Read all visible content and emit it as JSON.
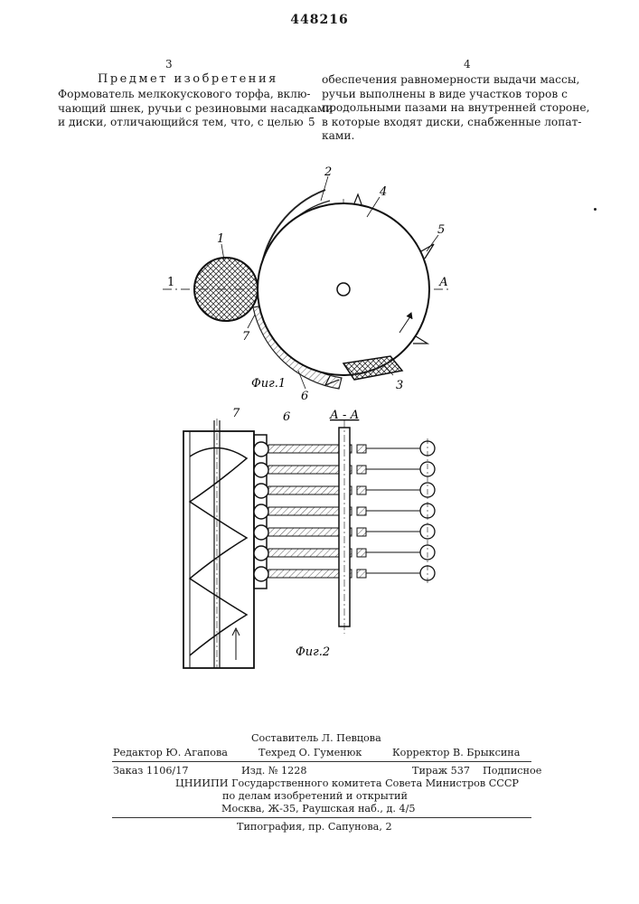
{
  "header": {
    "patent_number": "448216",
    "col_left": "3",
    "col_right": "4",
    "heading": "Предмет изобретения",
    "line_marker": "5"
  },
  "claim": {
    "left_lines": [
      "Формователь мелкокускового торфа, вклю-",
      "чающий шнек, ручьи с резиновыми насадками",
      "и диски, отличающийся тем, что, с целью"
    ],
    "right_lines": [
      "обеспечения равномерности выдачи массы,",
      "ручьи выполнены в виде участков торов с",
      "продольными пазами на внутренней стороне,",
      "в которые входят диски, снабженные лопат-",
      "ками."
    ]
  },
  "figure1": {
    "caption": "Фиг.1",
    "labels": {
      "l1": "1",
      "l2": "2",
      "l3": "3",
      "l4": "4",
      "l5": "5",
      "l6": "6",
      "l7": "7",
      "section_left": "1",
      "section_right": "А"
    }
  },
  "figure2": {
    "caption": "Фиг.2",
    "section_title": "А - А",
    "labels": {
      "l7": "7",
      "l6": "6"
    }
  },
  "imprint": {
    "compiler": "Составитель Л. Певцова",
    "editor": "Редактор Ю. Агапова",
    "techred": "Техред О. Гуменюк",
    "corrector": "Корректор В. Брыксина",
    "order": "Заказ 1106/17",
    "edition": "Изд. № 1228",
    "circulation": "Тираж 537",
    "subscription": "Подписное",
    "org1": "ЦНИИПИ Государственного комитета Совета Министров СССР",
    "org2": "по делам изобретений и открытий",
    "address": "Москва, Ж-35, Раушская наб., д. 4/5",
    "printer": "Типография, пр. Сапунова, 2"
  }
}
